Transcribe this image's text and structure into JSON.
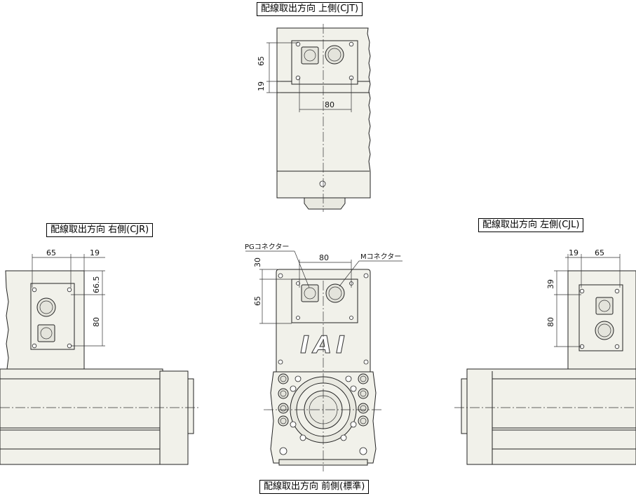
{
  "views": {
    "top": {
      "title": "配線取出方向 上側(CJT)",
      "dim_h1": "65",
      "dim_h2": "19",
      "dim_w": "80"
    },
    "right": {
      "title": "配線取出方向 右側(CJR)",
      "dim_w1": "65",
      "dim_w2": "19",
      "dim_h1": "66.5",
      "dim_h2": "80"
    },
    "front": {
      "title": "配線取出方向 前側(標準)",
      "dim_w": "80",
      "dim_h1": "30",
      "dim_h2": "65",
      "pg_label": "PGコネクター",
      "m_label": "Mコネクター",
      "logo": "IAI"
    },
    "left": {
      "title": "配線取出方向 左側(CJL)",
      "dim_w1": "19",
      "dim_w2": "65",
      "dim_h1": "39",
      "dim_h2": "80"
    }
  }
}
